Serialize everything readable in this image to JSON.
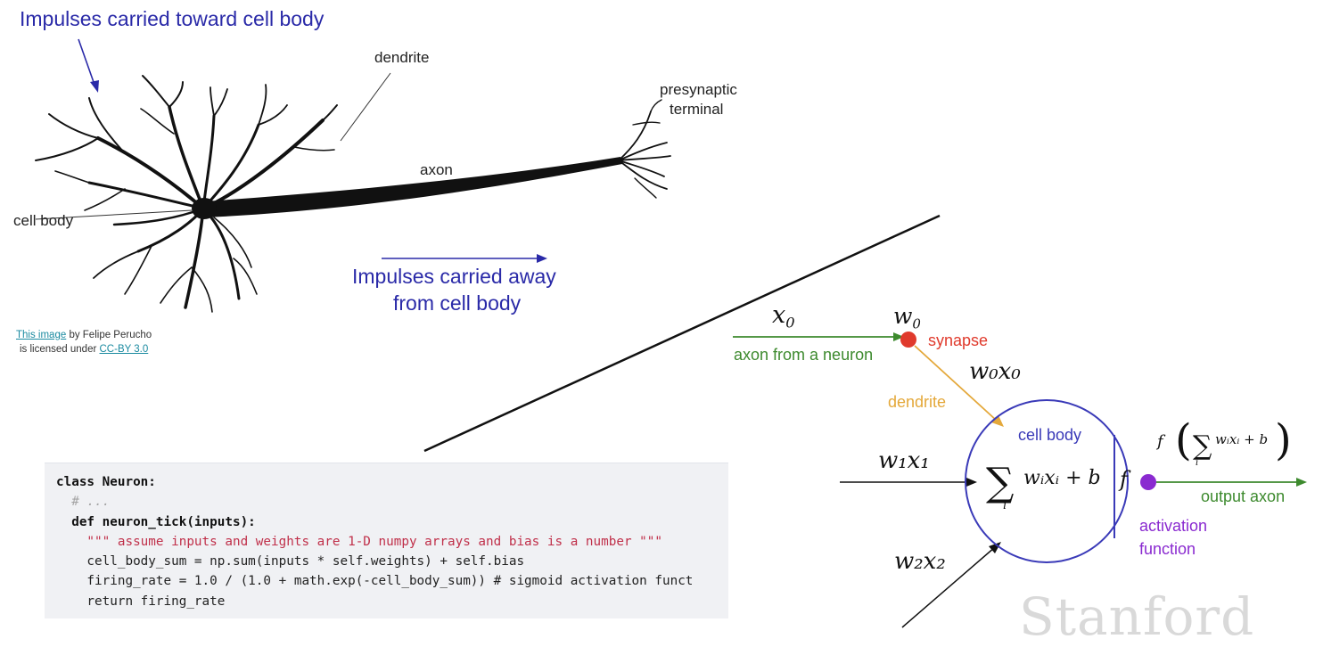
{
  "neuron_bio": {
    "impulses_toward": "Impulses carried toward cell body",
    "dendrite": "dendrite",
    "presynaptic": "presynaptic",
    "terminal": "terminal",
    "axon": "axon",
    "cell_body": "cell body",
    "impulses_away_line1": "Impulses carried away",
    "impulses_away_line2": "from cell body"
  },
  "credit": {
    "link_text": "This image",
    "by_text": " by Felipe Perucho",
    "license_prefix": "is licensed under ",
    "license_link": "CC-BY 3.0"
  },
  "model": {
    "x0": "x",
    "x0_sub": "0",
    "w0": "w",
    "w0_sub": "0",
    "synapse": "synapse",
    "axon_from_neuron": "axon from a neuron",
    "w0x0": "w₀x₀",
    "dendrite": "dendrite",
    "cell_body": "cell body",
    "w1x1": "w₁x₁",
    "w2x2": "w₂x₂",
    "sum_expr": "wᵢxᵢ + b",
    "sum_index": "i",
    "f_symbol": "f",
    "output_axon": "output axon",
    "activation_line1": "activation",
    "activation_line2": "function",
    "output_expr": "f",
    "output_sum_expr": "wᵢxᵢ + b",
    "output_sum_index": "i"
  },
  "code": {
    "lines": [
      "class Neuron:",
      "  # ...",
      "  def neuron_tick(inputs):",
      "    \"\"\" assume inputs and weights are 1-D numpy arrays and bias is a number \"\"\"",
      "    cell_body_sum = np.sum(inputs * self.weights) + self.bias",
      "    firing_rate = 1.0 / (1.0 + math.exp(-cell_body_sum)) # sigmoid activation funct",
      "    return firing_rate"
    ]
  },
  "watermark": "Stanford",
  "colors": {
    "blue_label": "#2a2aa8",
    "green": "#3d8a2e",
    "red": "#e03a2c",
    "orange": "#e4a83a",
    "purple": "#8a2ad0",
    "circle": "#3a3ab8"
  }
}
